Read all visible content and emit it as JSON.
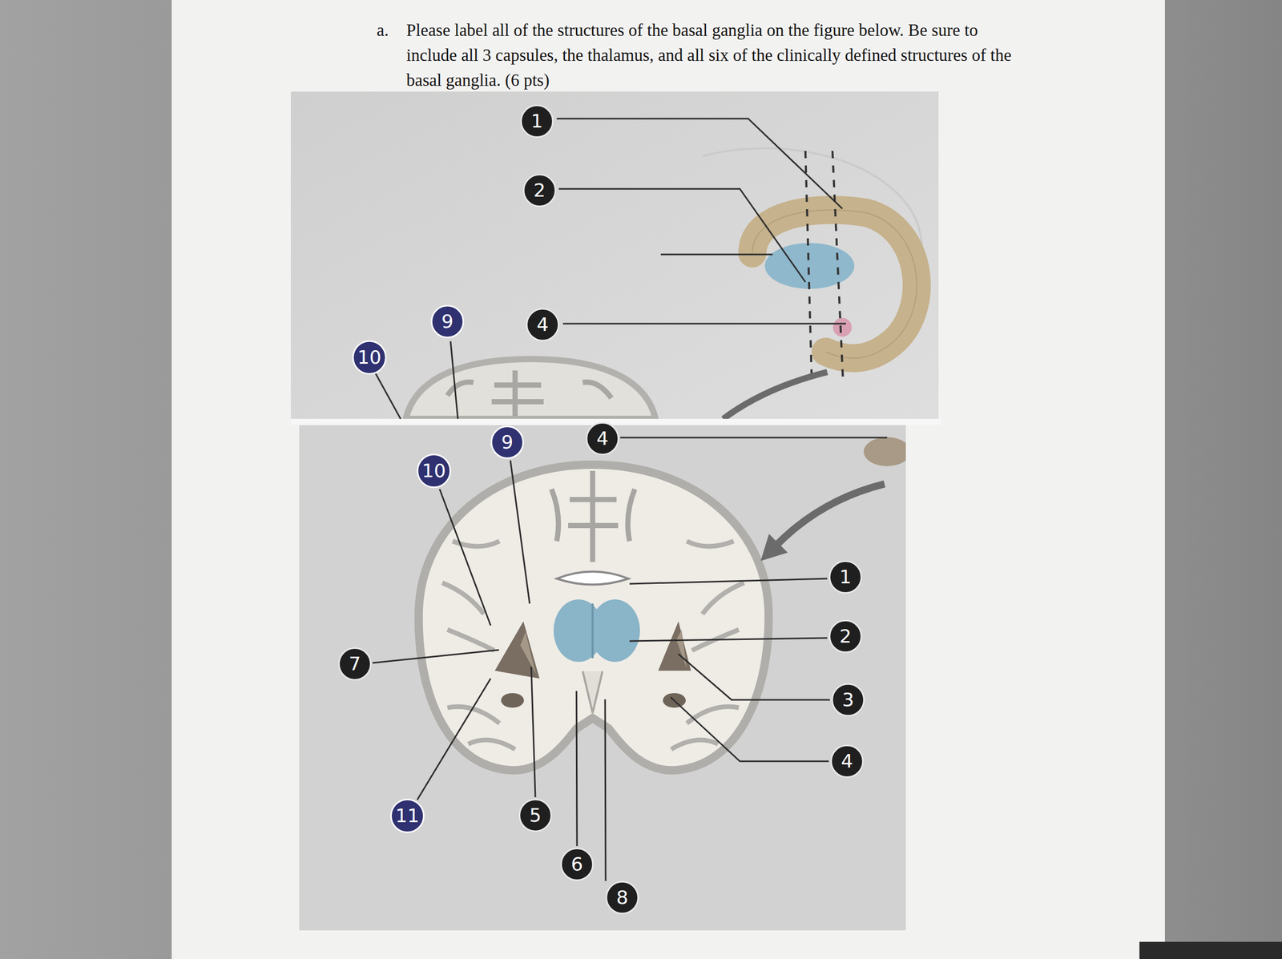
{
  "diagram": {
    "nodes": [
      {
        "text": [
          "1"
        ]
      },
      {
        "text": [
          "2"
        ]
      },
      {
        "text": [
          "9"
        ]
      },
      {
        "text": [
          "4"
        ]
      },
      {
        "text": [
          "10"
        ]
      },
      {
        "text": [
          "9"
        ]
      },
      {
        "text": [
          "4"
        ]
      },
      {
        "text": [
          "10"
        ]
      },
      {
        "text": [
          "1"
        ]
      },
      {
        "text": [
          "2"
        ]
      },
      {
        "text": [
          "7"
        ]
      },
      {
        "text": [
          "3"
        ]
      },
      {
        "text": [
          "4"
        ]
      },
      {
        "text": [
          "11"
        ]
      },
      {
        "text": [
          "5"
        ]
      },
      {
        "text": [
          "6"
        ]
      },
      {
        "text": [
          "8"
        ]
      }
    ],
    "labels": [
      "a.",
      "Please label all of the structures of the basal ganglia on the figure below. Be sure to include all 3 capsules, the thalamus, and all six of the clinically defined structures of the basal ganglia. (6 pts)"
    ]
  }
}
